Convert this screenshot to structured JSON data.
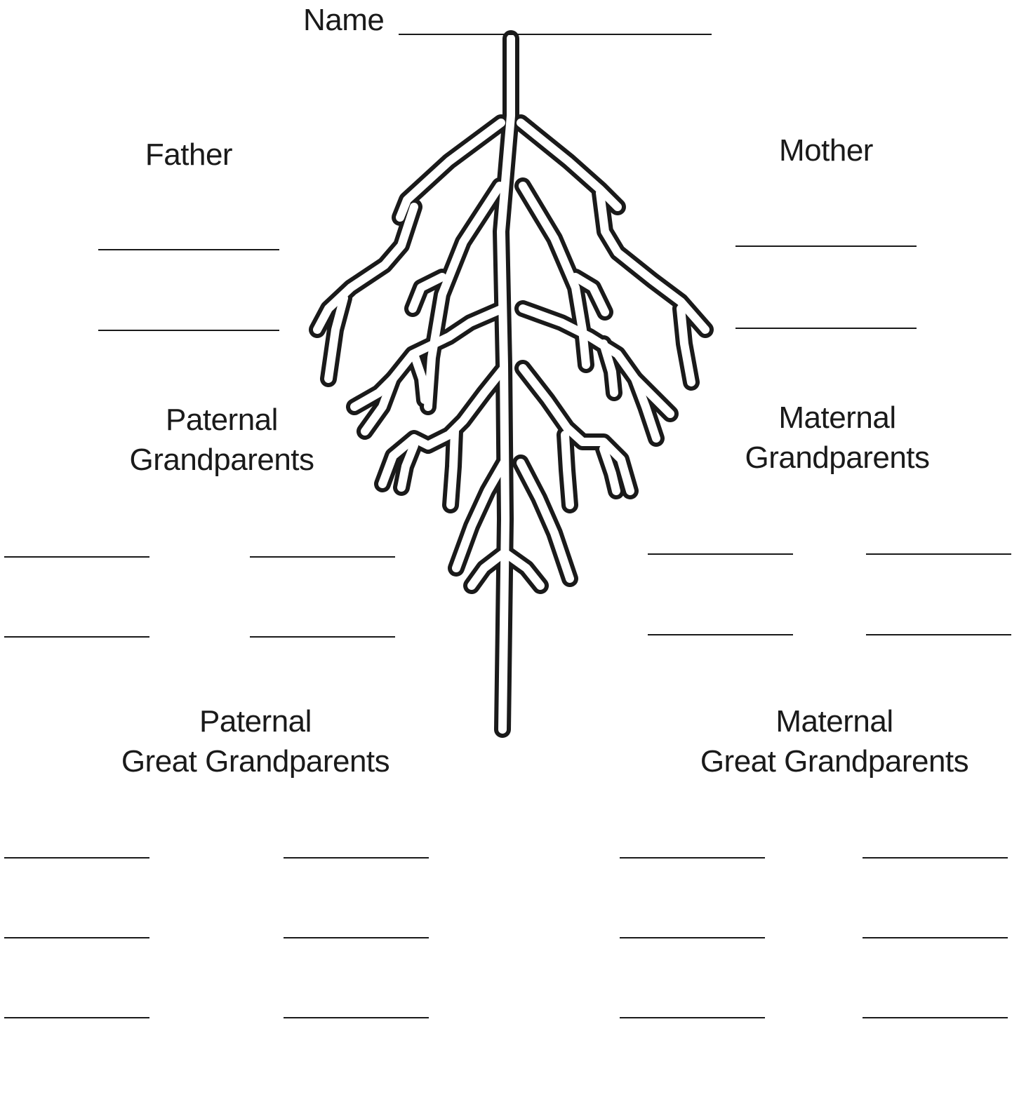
{
  "name_label": "Name",
  "father_label": "Father",
  "mother_label": "Mother",
  "paternal_grandparents": {
    "line1": "Paternal",
    "line2": "Grandparents"
  },
  "maternal_grandparents": {
    "line1": "Maternal",
    "line2": "Grandparents"
  },
  "paternal_great_grandparents": {
    "line1": "Paternal",
    "line2": "Great Grandparents"
  },
  "maternal_great_grandparents": {
    "line1": "Maternal",
    "line2": "Great Grandparents"
  },
  "colors": {
    "ink": "#1a1a1a",
    "paper": "#ffffff"
  },
  "illustration": "tree-roots-icon"
}
